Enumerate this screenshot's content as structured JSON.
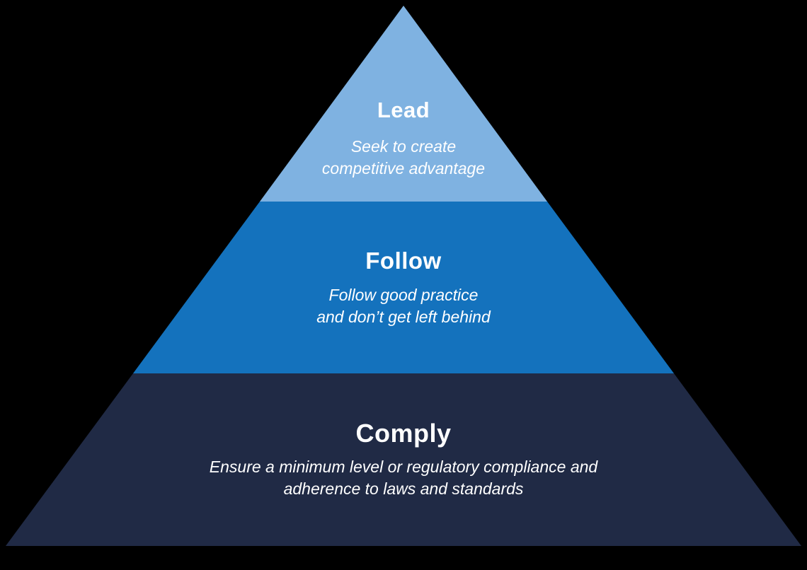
{
  "diagram": {
    "type": "pyramid",
    "background_color": "#000000",
    "text_color": "#ffffff",
    "tiers": [
      {
        "id": "lead",
        "label": "Lead",
        "description_lines": [
          "Seek to create",
          "competitive advantage"
        ],
        "color": "#7FB2E1"
      },
      {
        "id": "follow",
        "label": "Follow",
        "description_lines": [
          "Follow good practice",
          "and don’t get left behind"
        ],
        "color": "#1472BD"
      },
      {
        "id": "comply",
        "label": "Comply",
        "description_lines": [
          "Ensure a minimum level or regulatory compliance and",
          "adherence to laws and standards"
        ],
        "color": "#202A45"
      }
    ]
  }
}
